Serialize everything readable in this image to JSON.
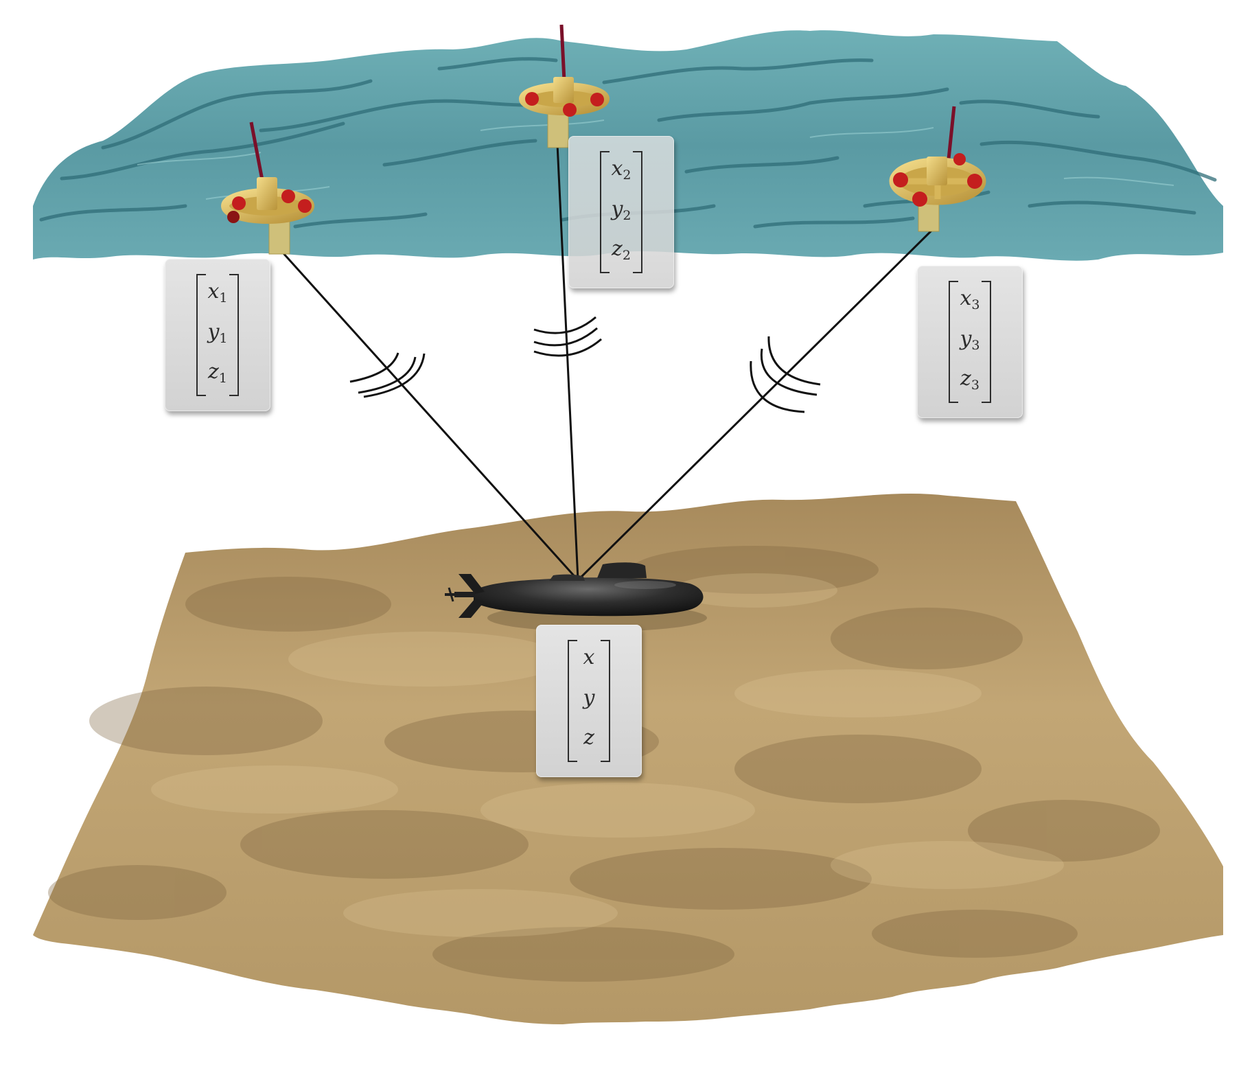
{
  "anchors": [
    {
      "id": "buoy-1",
      "vector": [
        {
          "symbol": "x",
          "subscript": "1"
        },
        {
          "symbol": "y",
          "subscript": "1"
        },
        {
          "symbol": "z",
          "subscript": "1"
        }
      ]
    },
    {
      "id": "buoy-2",
      "vector": [
        {
          "symbol": "x",
          "subscript": "2"
        },
        {
          "symbol": "y",
          "subscript": "2"
        },
        {
          "symbol": "z",
          "subscript": "2"
        }
      ]
    },
    {
      "id": "buoy-3",
      "vector": [
        {
          "symbol": "x",
          "subscript": "3"
        },
        {
          "symbol": "y",
          "subscript": "3"
        },
        {
          "symbol": "z",
          "subscript": "3"
        }
      ]
    }
  ],
  "target": {
    "id": "submarine",
    "vector": [
      {
        "symbol": "x",
        "subscript": ""
      },
      {
        "symbol": "y",
        "subscript": ""
      },
      {
        "symbol": "z",
        "subscript": ""
      }
    ]
  },
  "colors": {
    "sea_surface": "#5f9ea6",
    "sea_wave_dark": "#2f6d78",
    "seabed": "#b89d6f",
    "seabed_shadow": "#8e7550",
    "buoy_body": "#e2c160",
    "buoy_float": "#c41e1e",
    "antenna": "#7a1029",
    "submarine": "#2a2a2a",
    "signal_line": "#111111",
    "card": "#d8d8d8"
  }
}
